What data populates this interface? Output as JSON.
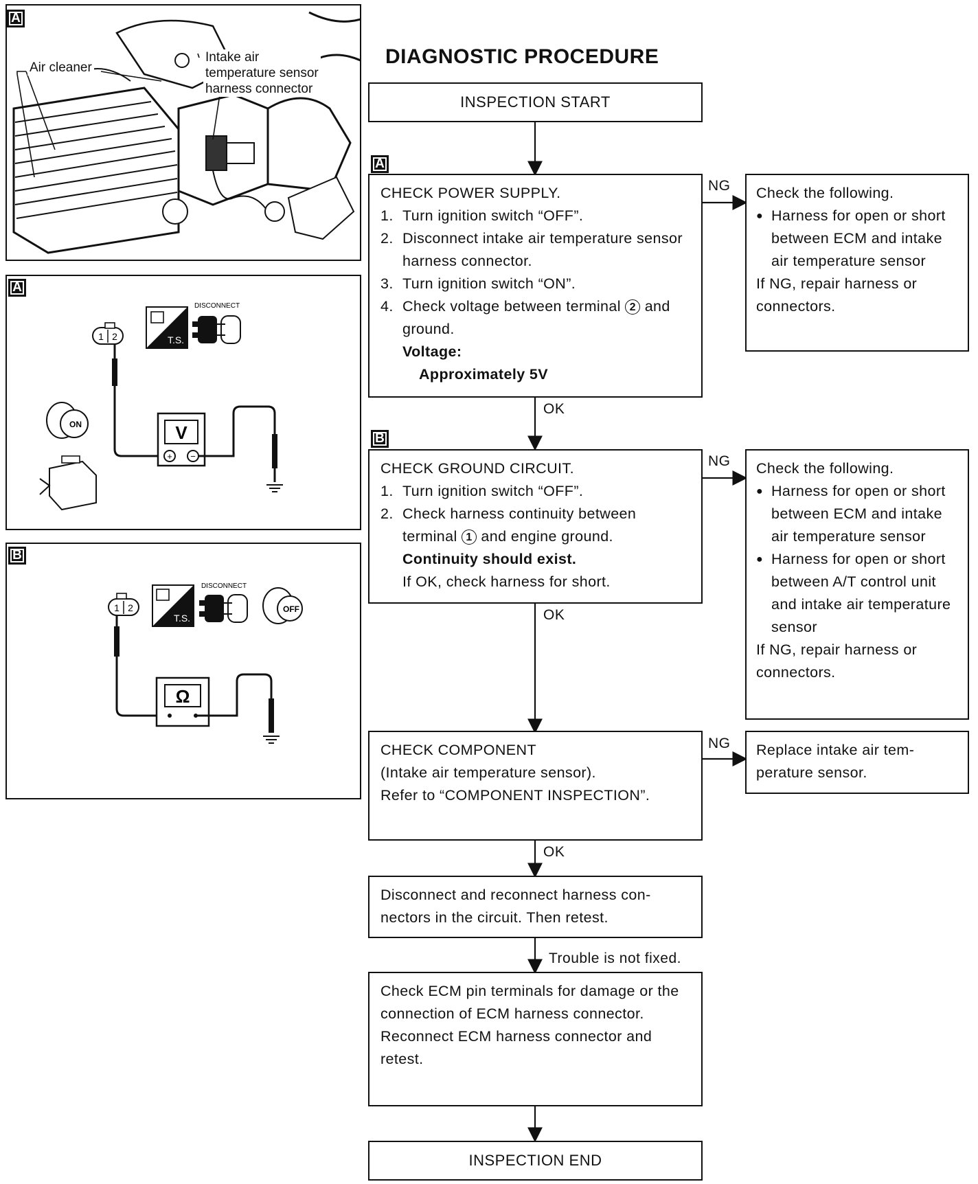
{
  "title": "DIAGNOSTIC PROCEDURE",
  "figures": {
    "photo_tag": "A",
    "air_cleaner_label": "Air cleaner",
    "sensor_label_lines": [
      "Intake air",
      "temperature sensor",
      "harness connector"
    ],
    "circuit_a": {
      "tag": "A",
      "connector_pins": [
        "1",
        "2"
      ],
      "ts_label": "T.S.",
      "disconnect_label": "DISCONNECT",
      "meter_symbol": "V",
      "key_label": "ON"
    },
    "circuit_b": {
      "tag": "B",
      "connector_pins": [
        "1",
        "2"
      ],
      "ts_label": "T.S.",
      "disconnect_label": "DISCONNECT",
      "meter_symbol": "Ω",
      "key_label": "OFF"
    }
  },
  "flow": {
    "start": "INSPECTION START",
    "end": "INSPECTION END",
    "step_a": {
      "tag": "A",
      "heading": "CHECK POWER SUPPLY.",
      "steps": [
        {
          "num": "1.",
          "text": "Turn ignition switch “OFF”."
        },
        {
          "num": "2.",
          "text": "Disconnect intake air temperature sensor harness connector."
        },
        {
          "num": "3.",
          "text": "Turn ignition switch “ON”."
        },
        {
          "num": "4.",
          "text_before": "Check voltage between terminal",
          "terminal": "2",
          "text_after": "and ground."
        }
      ],
      "spec_label": "Voltage:",
      "spec_value": "Approximately 5V",
      "ng_label": "NG",
      "ok_label": "OK",
      "ng_box": {
        "intro": "Check the following.",
        "bullets": [
          "Harness for open or short between ECM and intake air tempera­ture sensor"
        ],
        "outro": "If NG, repair harness or connectors."
      }
    },
    "step_b": {
      "tag": "B",
      "heading": "CHECK GROUND CIRCUIT.",
      "steps": [
        {
          "num": "1.",
          "text": "Turn ignition switch “OFF”."
        },
        {
          "num": "2.",
          "text_before": "Check harness continuity between terminal",
          "terminal": "1",
          "text_after": "and engine ground."
        }
      ],
      "spec_label": "Continuity should exist.",
      "note": "If OK, check harness for short.",
      "ng_label": "NG",
      "ok_label": "OK",
      "ng_box": {
        "intro": "Check the following.",
        "bullets": [
          "Harness for open or short between ECM and intake air tempera­ture sensor",
          "Harness for open or short between A/T con­trol unit and intake air temperature sensor"
        ],
        "outro": "If NG, repair harness or connectors."
      }
    },
    "step_c": {
      "lines": [
        "CHECK COMPONENT",
        "(Intake air temperature sensor).",
        "Refer to “COMPONENT INSPECTION”."
      ],
      "ng_label": "NG",
      "ok_label": "OK",
      "ng_box": "Replace intake air tem­perature sensor."
    },
    "step_d": {
      "text": "Disconnect and reconnect harness con­nectors in the circuit. Then retest.",
      "result_label": "Trouble is not fixed."
    },
    "step_e": {
      "text1": "Check ECM pin terminals for damage or the connection of ECM harness con­nector.",
      "text2": "Reconnect ECM harness connector and retest."
    }
  }
}
